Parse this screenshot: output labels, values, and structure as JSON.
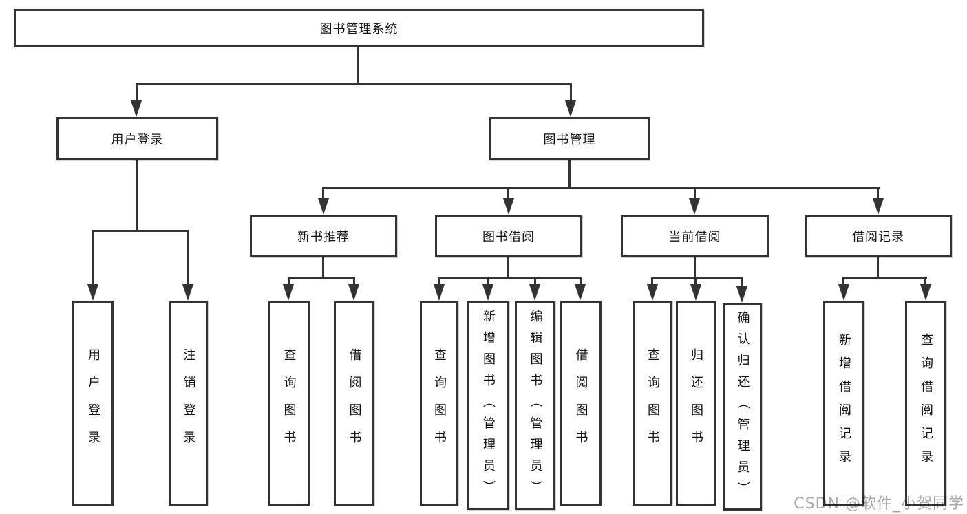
{
  "tree": {
    "root": {
      "label": "图书管理系统"
    },
    "login": {
      "label": "用户登录",
      "children": [
        {
          "label": "用户登录"
        },
        {
          "label": "注销登录"
        }
      ]
    },
    "mgmt": {
      "label": "图书管理"
    },
    "sections": [
      {
        "label": "新书推荐",
        "children": [
          {
            "label": "查询图书"
          },
          {
            "label": "借阅图书"
          }
        ]
      },
      {
        "label": "图书借阅",
        "children": [
          {
            "label": "查询图书"
          },
          {
            "label": "新增图书（管理员）"
          },
          {
            "label": "编辑图书（管理员）"
          },
          {
            "label": "借阅图书"
          }
        ]
      },
      {
        "label": "当前借阅",
        "children": [
          {
            "label": "查询图书"
          },
          {
            "label": "归还图书"
          },
          {
            "label": "确认归还（管理员）"
          }
        ]
      },
      {
        "label": "借阅记录",
        "children": [
          {
            "label": "新增借阅记录"
          },
          {
            "label": "查询借阅记录"
          }
        ]
      }
    ]
  },
  "watermark": {
    "text": "CSDN @软件_小贺同学"
  },
  "colors": {
    "line": "#333333",
    "watermark": "#a9a9a9"
  }
}
